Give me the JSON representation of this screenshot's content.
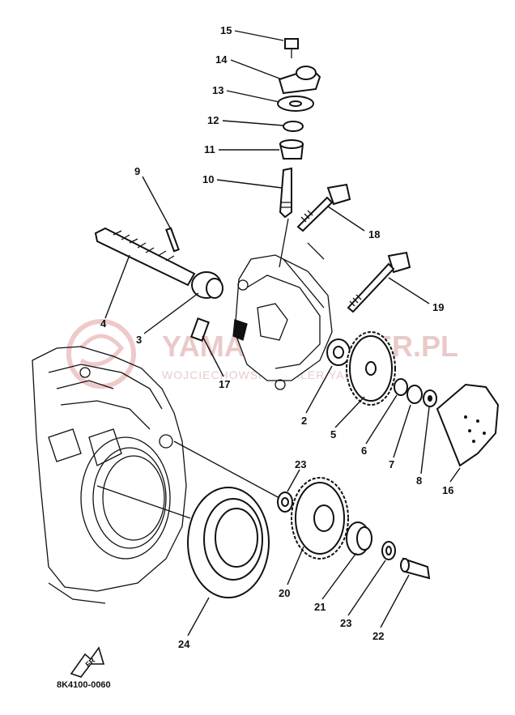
{
  "watermark": {
    "brand": "YAMA",
    "domain": "ER.PL",
    "subtitle": "WOJCIECHOWSKI  DEALER  YAMAHA"
  },
  "callouts": {
    "n15": "15",
    "n14": "14",
    "n13": "13",
    "n12": "12",
    "n11": "11",
    "n10": "10",
    "n9": "9",
    "n18": "18",
    "n19": "19",
    "n4": "4",
    "n3": "3",
    "n17": "17",
    "n2": "2",
    "n5": "5",
    "n6": "6",
    "n7": "7",
    "n8": "8",
    "n16": "16",
    "n23a": "23",
    "n20": "20",
    "n21": "21",
    "n23b": "23",
    "n22": "22",
    "n24": "24"
  },
  "front_arrow": "FR",
  "diagram_code": "8K4100-0060",
  "colors": {
    "line": "#111111",
    "watermark": "#e9c9c9"
  }
}
